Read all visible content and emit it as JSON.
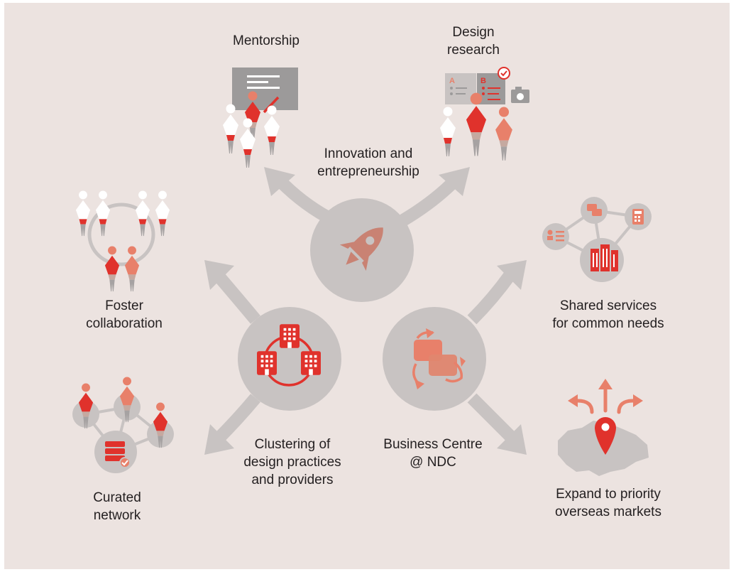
{
  "colors": {
    "background": "#ece3e0",
    "circle_grey": "#c8c3c2",
    "accent_red": "#e0322c",
    "accent_salmon": "#e8806a",
    "dark_grey": "#9c9a9a",
    "text": "#231f20"
  },
  "hubs": {
    "innovation": {
      "label": "Innovation and\nentrepreneurship",
      "icon": "rocket-icon"
    },
    "clustering": {
      "label": "Clustering of\ndesign practices\nand providers",
      "icon": "buildings-network-icon"
    },
    "business_centre": {
      "label": "Business Centre\n@ NDC",
      "icon": "exchange-arrows-icon"
    }
  },
  "outcomes": {
    "mentorship": {
      "label": "Mentorship",
      "icon": "presentation-icon"
    },
    "design_research": {
      "label": "Design\nresearch",
      "icon": "research-icon"
    },
    "foster_collaboration": {
      "label": "Foster\ncollaboration",
      "icon": "people-circle-icon"
    },
    "curated_network": {
      "label": "Curated\nnetwork",
      "icon": "network-icon"
    },
    "shared_services": {
      "label": "Shared services\nfor common needs",
      "icon": "services-network-icon"
    },
    "expand_overseas": {
      "label": "Expand to priority\noverseas markets",
      "icon": "map-pin-icon"
    }
  }
}
